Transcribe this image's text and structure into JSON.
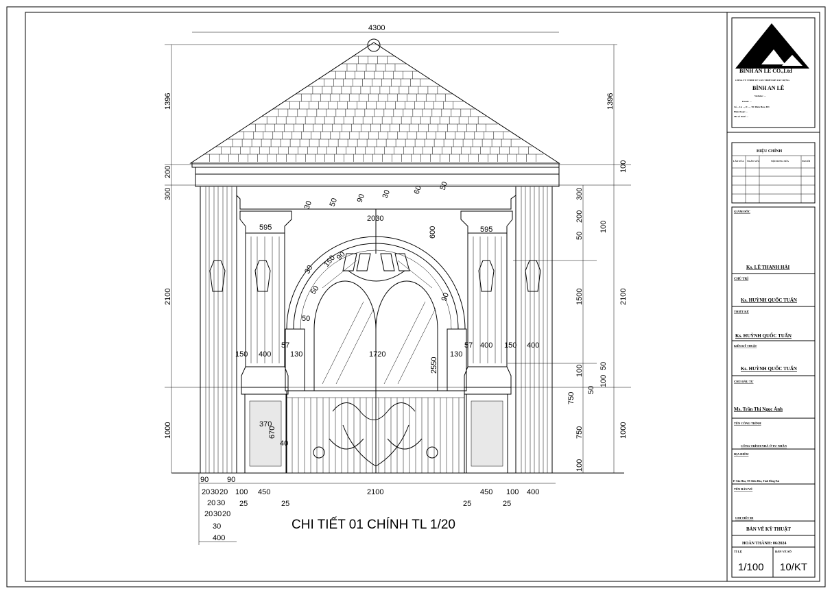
{
  "drawing_title": "CHI TIẾT 01 CHÍNH  TL 1/20",
  "dims": [
    "4300",
    "1396",
    "200",
    "300",
    "2100",
    "1000",
    "1396",
    "100",
    "300",
    "200",
    "100",
    "50",
    "1500",
    "2100",
    "100",
    "50",
    "100",
    "50",
    "750",
    "1000",
    "100",
    "90",
    "20",
    "20",
    "30",
    "20",
    "30",
    "20",
    "30",
    "30",
    "20",
    "90",
    "400",
    "100",
    "450",
    "2100",
    "25",
    "25",
    "25",
    "25",
    "450",
    "100",
    "400",
    "595",
    "595",
    "2030",
    "600",
    "150",
    "400",
    "57",
    "130",
    "1720",
    "130",
    "57",
    "400",
    "150",
    "400",
    "2550",
    "370",
    "670",
    "40",
    "50",
    "30",
    "50",
    "60",
    "90",
    "30",
    "50",
    "30",
    "50",
    "150",
    "90",
    "90",
    "750"
  ],
  "title_block": {
    "company_logo_text": "BINH AN LE CO.,Ltd",
    "company_subtitle": "CÔNG TY TNHH TƯ VẤN THIẾT KẾ XÂY DỰNG",
    "company_name": "BÌNH AN LÊ",
    "company_info": [
      "Website: ...",
      "Email: ...",
      "Số ... Lê ..., P. ..., TP. Biên Hòa, ĐN",
      "Điện thoại: ...",
      "Mã số thuế: ..."
    ],
    "revision_title": "HIỆU CHỈNH",
    "revision_headers": [
      "LẦN SỬA",
      "NGÀY SỬA",
      "NỘI DUNG SỬA",
      "NGƯỜI"
    ],
    "sections": [
      {
        "label": "GIÁM ĐỐC",
        "value": "Ks. LÊ THANH HẢI"
      },
      {
        "label": "CHỦ TRÌ",
        "value": "Ks. HUỲNH QUỐC TUẤN"
      },
      {
        "label": "THIẾT KẾ",
        "value": "Ks. HUỲNH QUỐC TUẤN"
      },
      {
        "label": "KIỂM KỸ THUẬT",
        "value": "Ks. HUỲNH QUỐC TUẤN"
      },
      {
        "label": "CHỦ ĐẦU TƯ",
        "value": "Ms. Trần Thị Ngọc Ánh"
      },
      {
        "label": "TÊN CÔNG TRÌNH",
        "value": "CÔNG TRÌNH NHÀ Ở TƯ NHÂN"
      },
      {
        "label": "ĐỊA ĐIỂM",
        "value": "P. Tân Hòa, TP. Biên Hòa, Tỉnh Đồng Nai"
      },
      {
        "label": "TÊN BẢN VẼ",
        "value": "CHI TIẾT ĐI"
      }
    ],
    "drawing_type": "BẢN VẼ KỸ THUẬT",
    "completion": "HOÀN THÀNH: 06/2024",
    "scale_label": "TỈ LỆ",
    "scale_value": "1/100",
    "sheet_label": "BẢN VẼ SỐ",
    "sheet_value": "10/KT"
  }
}
